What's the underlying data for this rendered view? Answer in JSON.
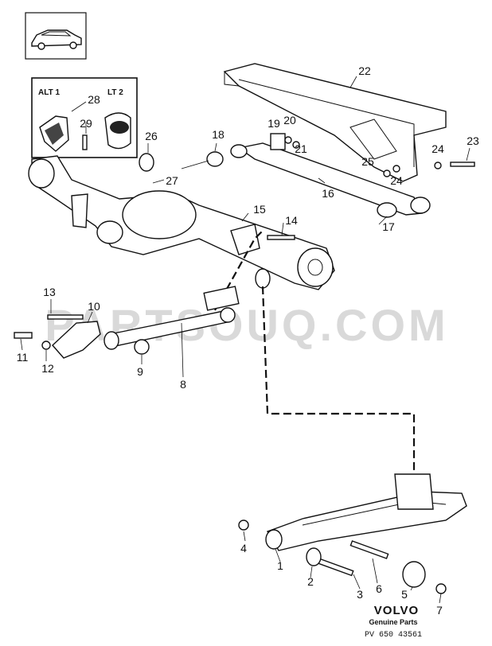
{
  "watermark": "PARTSOUQ.COM",
  "inset": {
    "alt1_label": "ALT 1",
    "alt2_label": "LT 2"
  },
  "callouts": [
    "1",
    "2",
    "3",
    "4",
    "5",
    "6",
    "7",
    "8",
    "9",
    "10",
    "11",
    "12",
    "13",
    "14",
    "15",
    "16",
    "17",
    "18",
    "19",
    "20",
    "21",
    "22",
    "23",
    "24",
    "24",
    "25",
    "26",
    "27",
    "28",
    "29"
  ],
  "footer": {
    "brand": "VOLVO",
    "subtitle": "Genuine Parts",
    "code": "PV 650 43561"
  }
}
